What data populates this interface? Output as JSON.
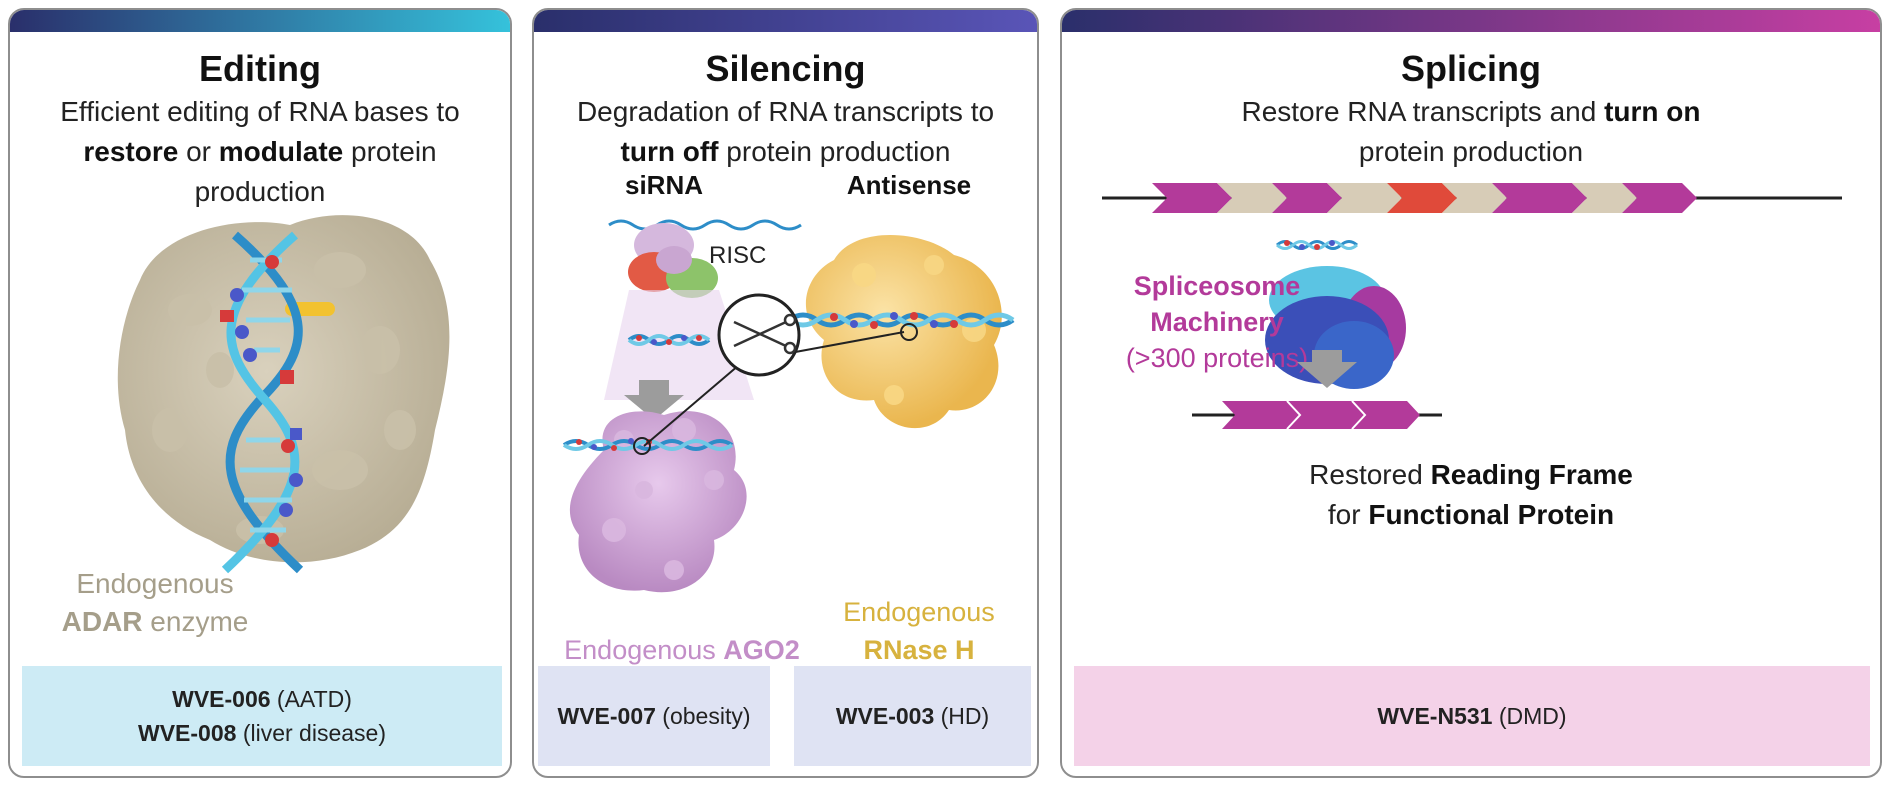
{
  "panels": {
    "editing": {
      "title": "Editing",
      "desc_line1": "Efficient editing of RNA bases to",
      "desc_bold1": "restore",
      "desc_or": " or ",
      "desc_bold2": "modulate",
      "desc_rest2": " protein",
      "desc_line3": "production",
      "enzyme_line1": "Endogenous",
      "enzyme_bold": "ADAR",
      "enzyme_rest": " enzyme",
      "program1_code": "WVE-006",
      "program1_note": " (AATD)",
      "program2_code": "WVE-008",
      "program2_note": " (liver disease)"
    },
    "silencing": {
      "title": "Silencing",
      "desc_line1": "Degradation of RNA transcripts to",
      "desc_bold": "turn off",
      "desc_rest2": " protein production",
      "sirna_label": "siRNA",
      "antisense_label": "Antisense",
      "risc_label": "RISC",
      "ago2_prefix": "Endogenous ",
      "ago2_bold": "AGO2",
      "rnaseh_line1": "Endogenous",
      "rnaseh_bold": "RNase H",
      "program1_code": "WVE-007",
      "program1_note": " (obesity)",
      "program2_code": "WVE-003",
      "program2_note": " (HD)"
    },
    "splicing": {
      "title": "Splicing",
      "desc_line1_pre": "Restore RNA transcripts and ",
      "desc_bold": "turn on",
      "desc_line2": "protein production",
      "spliceosome_line1": "Spliceosome",
      "spliceosome_line2": "Machinery",
      "spliceosome_line3": "(>300 proteins)",
      "result_pre": "Restored ",
      "result_bold1": "Reading Frame",
      "result_for": "for ",
      "result_bold2": "Functional Protein",
      "program_code": "WVE-N531",
      "program_note": " (DMD)"
    }
  },
  "colors": {
    "editing_bar_start": "#2a2f6b",
    "editing_bar_end": "#35c3dc",
    "silencing_bar_start": "#2a2f6b",
    "silencing_bar_end": "#5a55b8",
    "splicing_bar_start": "#2a2f6b",
    "splicing_bar_end": "#c83fa3",
    "editing_footer": "#cdebf5",
    "silencing_footer": "#dfe3f3",
    "splicing_footer": "#f4d2e8",
    "adar_text": "#a59e8a",
    "ago2_text": "#c38ec8",
    "rnaseh_text": "#d7b23e",
    "spliceosome_text": "#b33a9a"
  },
  "icons": [
    "rna-helix-icon",
    "adar-enzyme-icon",
    "risc-complex-icon",
    "scissors-icon",
    "ago2-protein-icon",
    "rnase-h-protein-icon",
    "spliceosome-icon",
    "pre-mrna-exon-strand-icon",
    "down-arrow-icon"
  ]
}
